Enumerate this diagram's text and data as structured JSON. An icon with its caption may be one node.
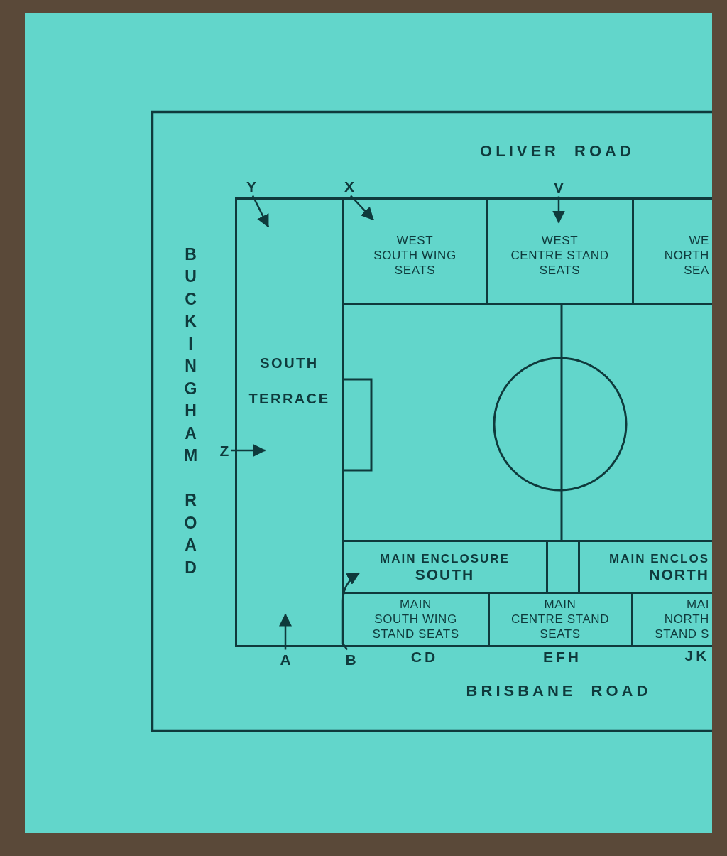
{
  "diagram": {
    "nodes": [
      {
        "text": [
          "Y"
        ]
      },
      {
        "text": [
          "X"
        ]
      },
      {
        "text": [
          "V"
        ]
      },
      {
        "text": [
          "WEST SOUTH WING SEATS"
        ]
      },
      {
        "text": [
          "WEST CENTRE STAND SEATS"
        ]
      },
      {
        "text": [
          "WE NORTH SEA"
        ]
      },
      {
        "text": [
          "SOUTH TERRACE"
        ]
      },
      {
        "text": [
          "Z"
        ]
      },
      {
        "text": [
          "MAIN ENCLOSURE",
          "SOUTH"
        ]
      },
      {
        "text": [],
        "shape": "box"
      },
      {
        "text": [
          "MAIN ENCLOS",
          "NORTH"
        ]
      },
      {
        "text": [
          "MAIN SOUTH WING STAND SEATS"
        ],
        "beside": [
          "CD"
        ]
      },
      {
        "text": [
          "MAIN CENTRE STAND SEATS"
        ],
        "beside": [
          "EFH"
        ]
      },
      {
        "text": [
          "MAI NORTH STAND S"
        ],
        "beside": [
          "JK"
        ]
      },
      {
        "text": [
          "A"
        ]
      },
      {
        "text": [
          "B"
        ]
      }
    ],
    "edges": [
      {
        "from": 0,
        "to": 6,
        "arrow": "to"
      },
      {
        "from": 1,
        "to": 3,
        "arrow": "to"
      },
      {
        "from": 2,
        "to": 4,
        "arrow": "to"
      },
      {
        "from": 7,
        "to": 6,
        "arrow": "to"
      },
      {
        "from": 14,
        "to": 6,
        "arrow": "to"
      },
      {
        "from": 15,
        "to": 8,
        "arrow": "to"
      }
    ],
    "labels": [
      "OLIVER ROAD",
      "BUCKINGHAM ROAD",
      "BRISBANE ROAD"
    ]
  }
}
